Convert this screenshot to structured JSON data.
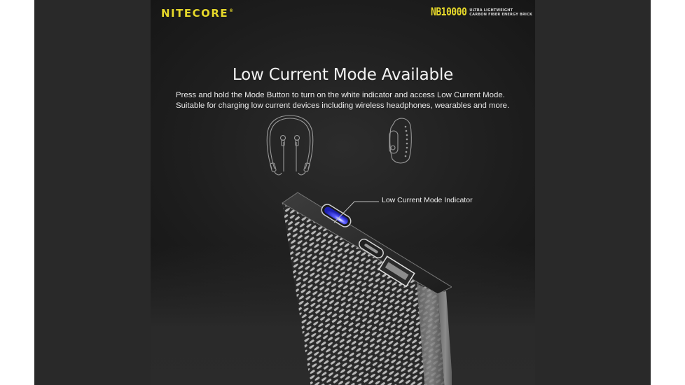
{
  "brand": {
    "name": "NITECORE",
    "mark": "®",
    "color": "#e6d82a"
  },
  "product": {
    "model": "NB10000",
    "tagline_line1": "ULTRA LIGHTWEIGHT",
    "tagline_line2": "CARBON FIBER ENERGY BRICK"
  },
  "hero": {
    "title": "Low Current Mode Available",
    "description_line1": "Press and hold the Mode Button to turn on the white indicator and access Low Current Mode.",
    "description_line2": "Suitable for charging low current devices including wireless headphones, wearables and more."
  },
  "illustrations": [
    {
      "icon": "neckband-earphones-icon"
    },
    {
      "icon": "fitness-band-icon"
    }
  ],
  "callout": {
    "label": "Low Current Mode Indicator"
  },
  "colors": {
    "page_background": "#ffffff",
    "panel_background": "#292929",
    "indicator_blue": "#2b2fd0"
  }
}
